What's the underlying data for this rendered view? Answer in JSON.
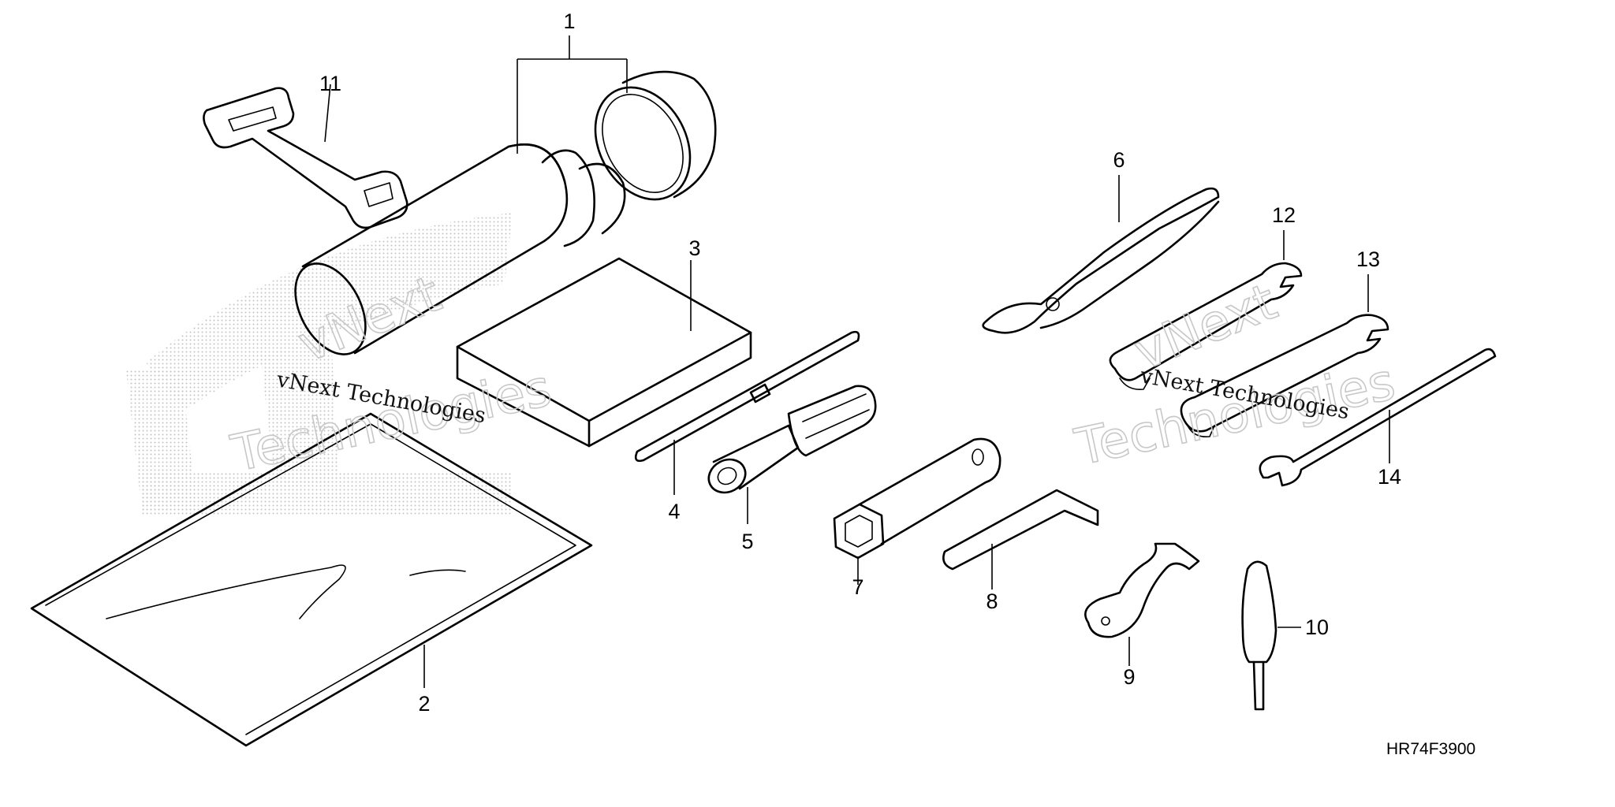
{
  "diagram": {
    "callouts": [
      "1",
      "2",
      "3",
      "4",
      "5",
      "6",
      "7",
      "8",
      "9",
      "10",
      "11",
      "12",
      "13",
      "14"
    ],
    "drawing_code": "HR74F3900",
    "watermark": {
      "brand": "vNext",
      "line1": "vNext Technologies",
      "line2": "Technologies"
    }
  }
}
